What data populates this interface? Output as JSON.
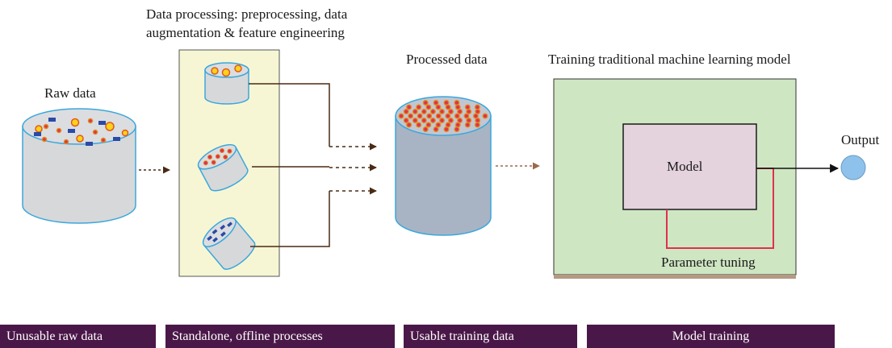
{
  "labels": {
    "raw_data": "Raw data",
    "processing_line1": "Data processing: preprocessing, data",
    "processing_line2": "augmentation & feature engineering",
    "processed_data": "Processed data",
    "training_title": "Training traditional machine learning model",
    "model": "Model",
    "parameter_tuning": "Parameter tuning",
    "output": "Output"
  },
  "bottom_bar": [
    "Unusable raw data",
    "Standalone, offline processes",
    "Usable training data",
    "Model training"
  ],
  "colors": {
    "cylinder_fill": "#d7d8da",
    "cylinder_outline": "#3aa7dc",
    "processed_body": "#a8b4c4",
    "processing_panel": "#f7f6d4",
    "training_panel": "#cfe6c2",
    "model_box": "#e4d2dc",
    "tuning_line": "#e03050",
    "bar_bg": "#4a1848",
    "arrow": "#4a2a14",
    "output_node": "#8ec2ec"
  }
}
